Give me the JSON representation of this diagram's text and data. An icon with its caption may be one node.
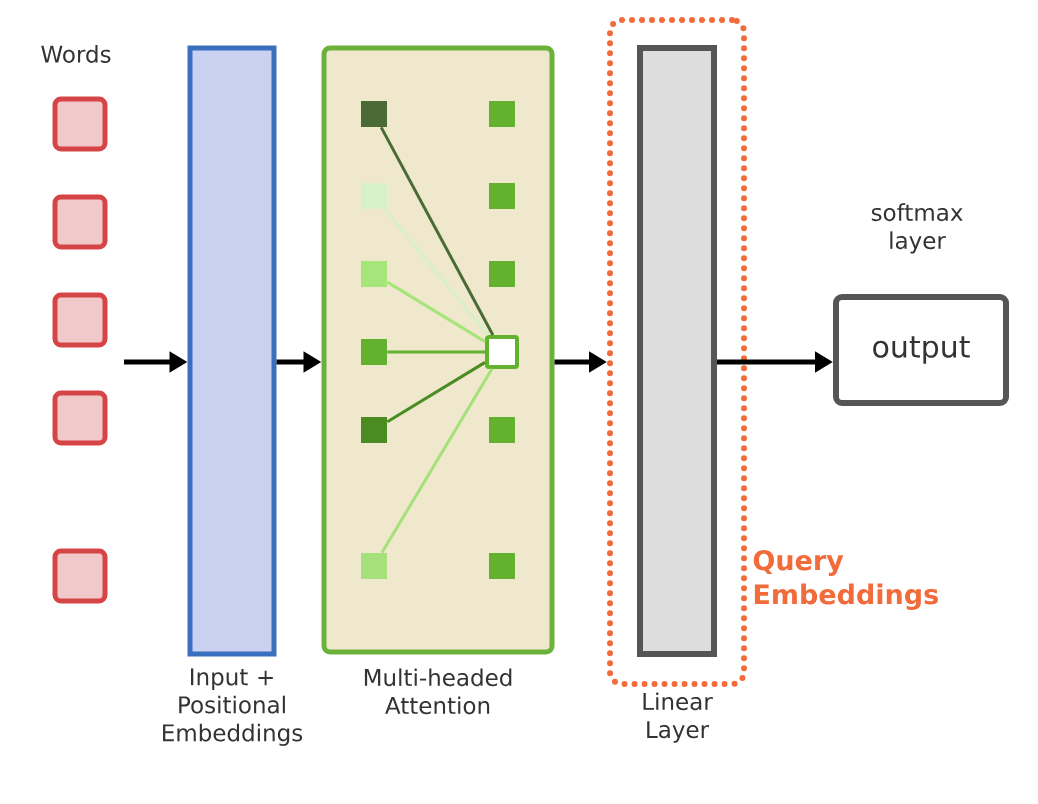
{
  "diagram": {
    "nodes": [
      {
        "text": [],
        "shape": "box"
      },
      {
        "text": [],
        "shape": "box"
      },
      {
        "text": [],
        "shape": "box"
      },
      {
        "text": [],
        "shape": "box"
      },
      {
        "text": [],
        "shape": "box"
      },
      {
        "text": [
          "Input + Positional Embeddings"
        ]
      },
      {
        "text": [
          "Multi-headed Attention"
        ]
      },
      {
        "text": [],
        "shape": "box",
        "in": 6
      },
      {
        "text": [],
        "shape": "box",
        "in": 6
      },
      {
        "text": [],
        "shape": "box",
        "in": 6
      },
      {
        "text": [],
        "shape": "box",
        "in": 6
      },
      {
        "text": [],
        "shape": "box",
        "in": 6
      },
      {
        "text": [],
        "shape": "box",
        "in": 6
      },
      {
        "text": [],
        "shape": "box",
        "in": 6
      },
      {
        "text": [],
        "shape": "box",
        "in": 6
      },
      {
        "text": [],
        "shape": "box",
        "in": 6
      },
      {
        "text": [],
        "shape": "box",
        "in": 6
      },
      {
        "text": [],
        "shape": "box",
        "in": 6
      },
      {
        "text": [],
        "shape": "box",
        "in": 6
      },
      {
        "text": [
          "Query Embeddings"
        ]
      },
      {
        "text": [
          "Linear Layer"
        ],
        "in": 19
      },
      {
        "text": [
          "output"
        ],
        "beside": [
          "softmax layer"
        ]
      }
    ],
    "edges": [
      {
        "from": null,
        "to": 5,
        "arrow": "to"
      },
      {
        "from": 5,
        "to": 6,
        "arrow": "to"
      },
      {
        "from": 6,
        "to": 19,
        "arrow": "to"
      },
      {
        "from": 20,
        "to": 21,
        "arrow": "to"
      },
      {
        "from": 7,
        "to": 13,
        "arrow": "none",
        "color": "#4a6b35"
      },
      {
        "from": 8,
        "to": 13,
        "arrow": "none",
        "color": "#d8f0c8"
      },
      {
        "from": 9,
        "to": 13,
        "arrow": "none",
        "color": "#a6e57a"
      },
      {
        "from": 10,
        "to": 13,
        "arrow": "none",
        "color": "#62b22f"
      },
      {
        "from": 11,
        "to": 13,
        "arrow": "none",
        "color": "#4a8c22"
      },
      {
        "from": 12,
        "to": 13,
        "arrow": "none",
        "color": "#a6e07a"
      }
    ],
    "labels": [
      "Words"
    ]
  }
}
